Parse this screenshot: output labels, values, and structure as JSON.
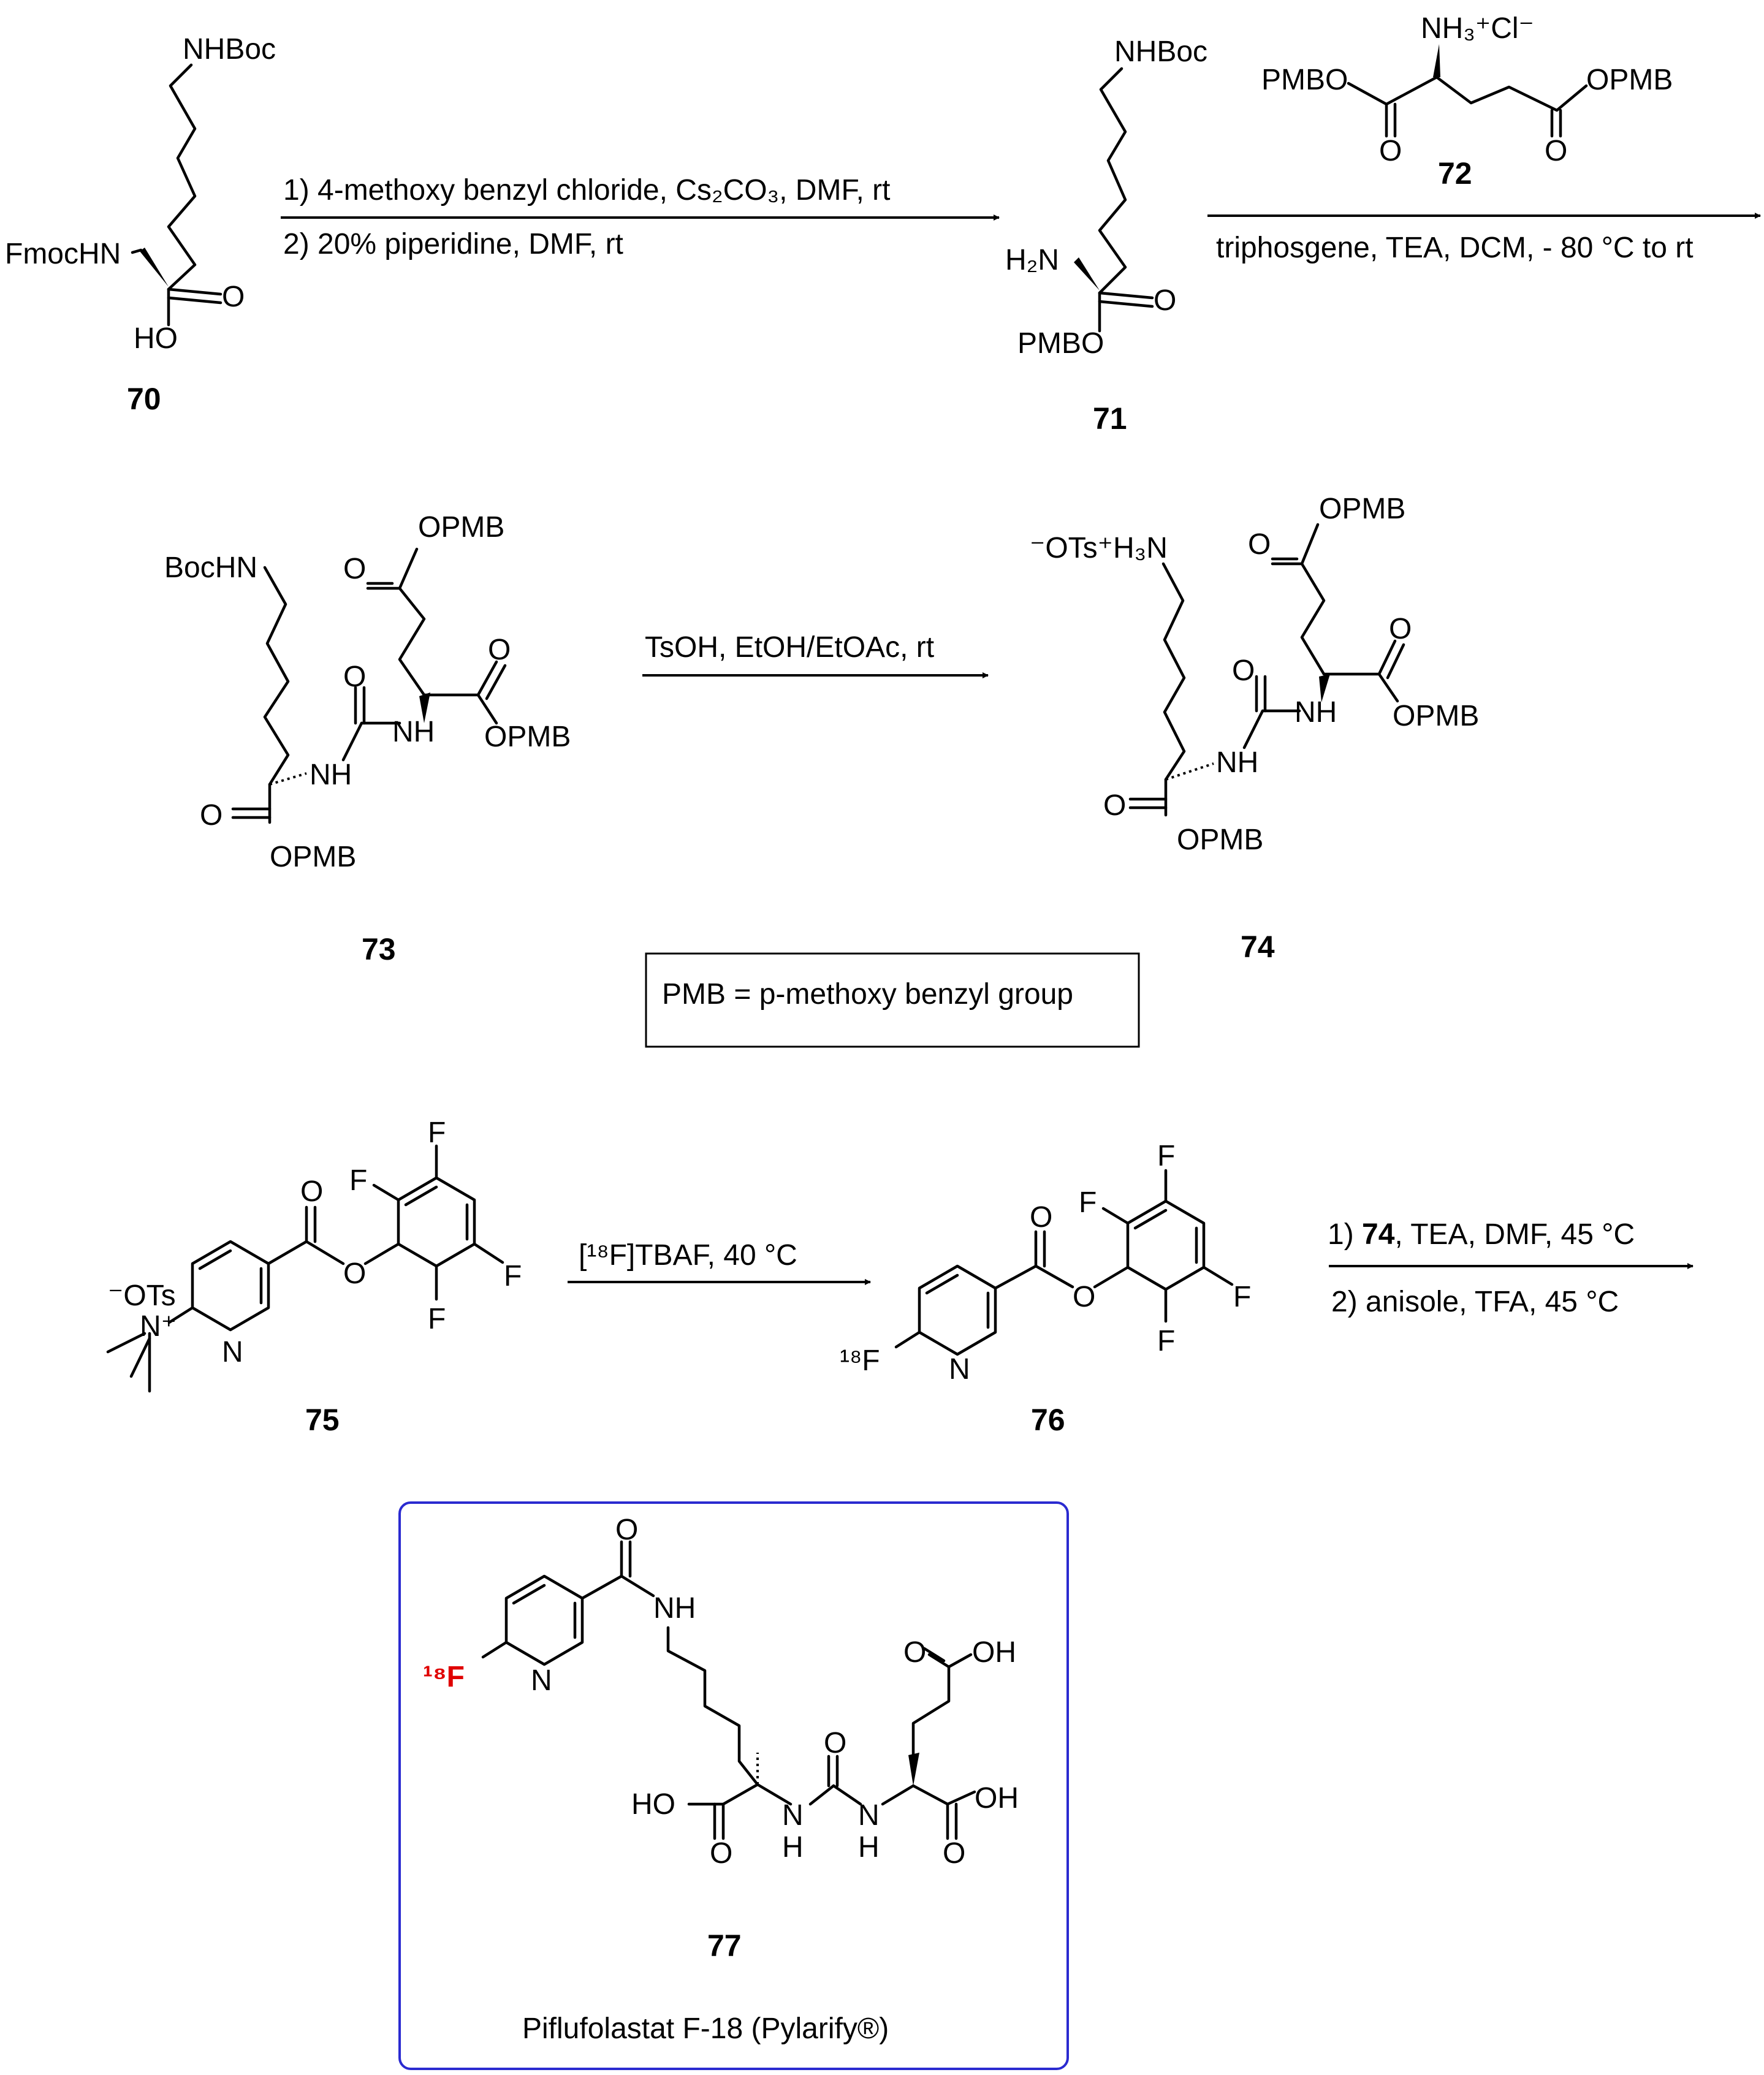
{
  "compounds": {
    "c70": "70",
    "c71": "71",
    "c72": "72",
    "c73": "73",
    "c74": "74",
    "c75": "75",
    "c76": "76",
    "c77": "77"
  },
  "labels": {
    "nhboc": "NHBoc",
    "fmochn": "FmocHN",
    "ho": "HO",
    "o": "O",
    "h2n": "H₂N",
    "pmbo": "PMBO",
    "opmb": "OPMB",
    "nh3cl": "NH₃⁺Cl⁻",
    "bochn": "BocHN",
    "nh": "NH",
    "n": "N",
    "h": "H",
    "f": "F",
    "f18": "¹⁸F",
    "oh": "OH",
    "ots_h3n": "⁻OTs⁺H₃N",
    "ots": "⁻OTs",
    "nplus": "N⁺"
  },
  "conditions": {
    "step1_line1": "1) 4-methoxy benzyl chloride, Cs₂CO₃, DMF,  rt",
    "step1_line2": "2) 20% piperidine, DMF,  rt",
    "step2": "triphosgene, TEA, DCM, - 80 °C to rt",
    "step3": "TsOH,  EtOH/EtOAc, rt",
    "step4": "[¹⁸F]TBAF, 40 °C",
    "step5_line1_num": "74",
    "step5_line1_pre": "1) ",
    "step5_line1_post": ", TEA, DMF,  45 °C",
    "step5_line2": "2) anisole, TFA, 45 °C"
  },
  "pmb_box": "PMB = p-methoxy benzyl group",
  "final_name": "Piflufolastat F-18 (Pylarify®)",
  "colors": {
    "highlight": "#e00000",
    "final_box_border": "#2a2ad0"
  }
}
